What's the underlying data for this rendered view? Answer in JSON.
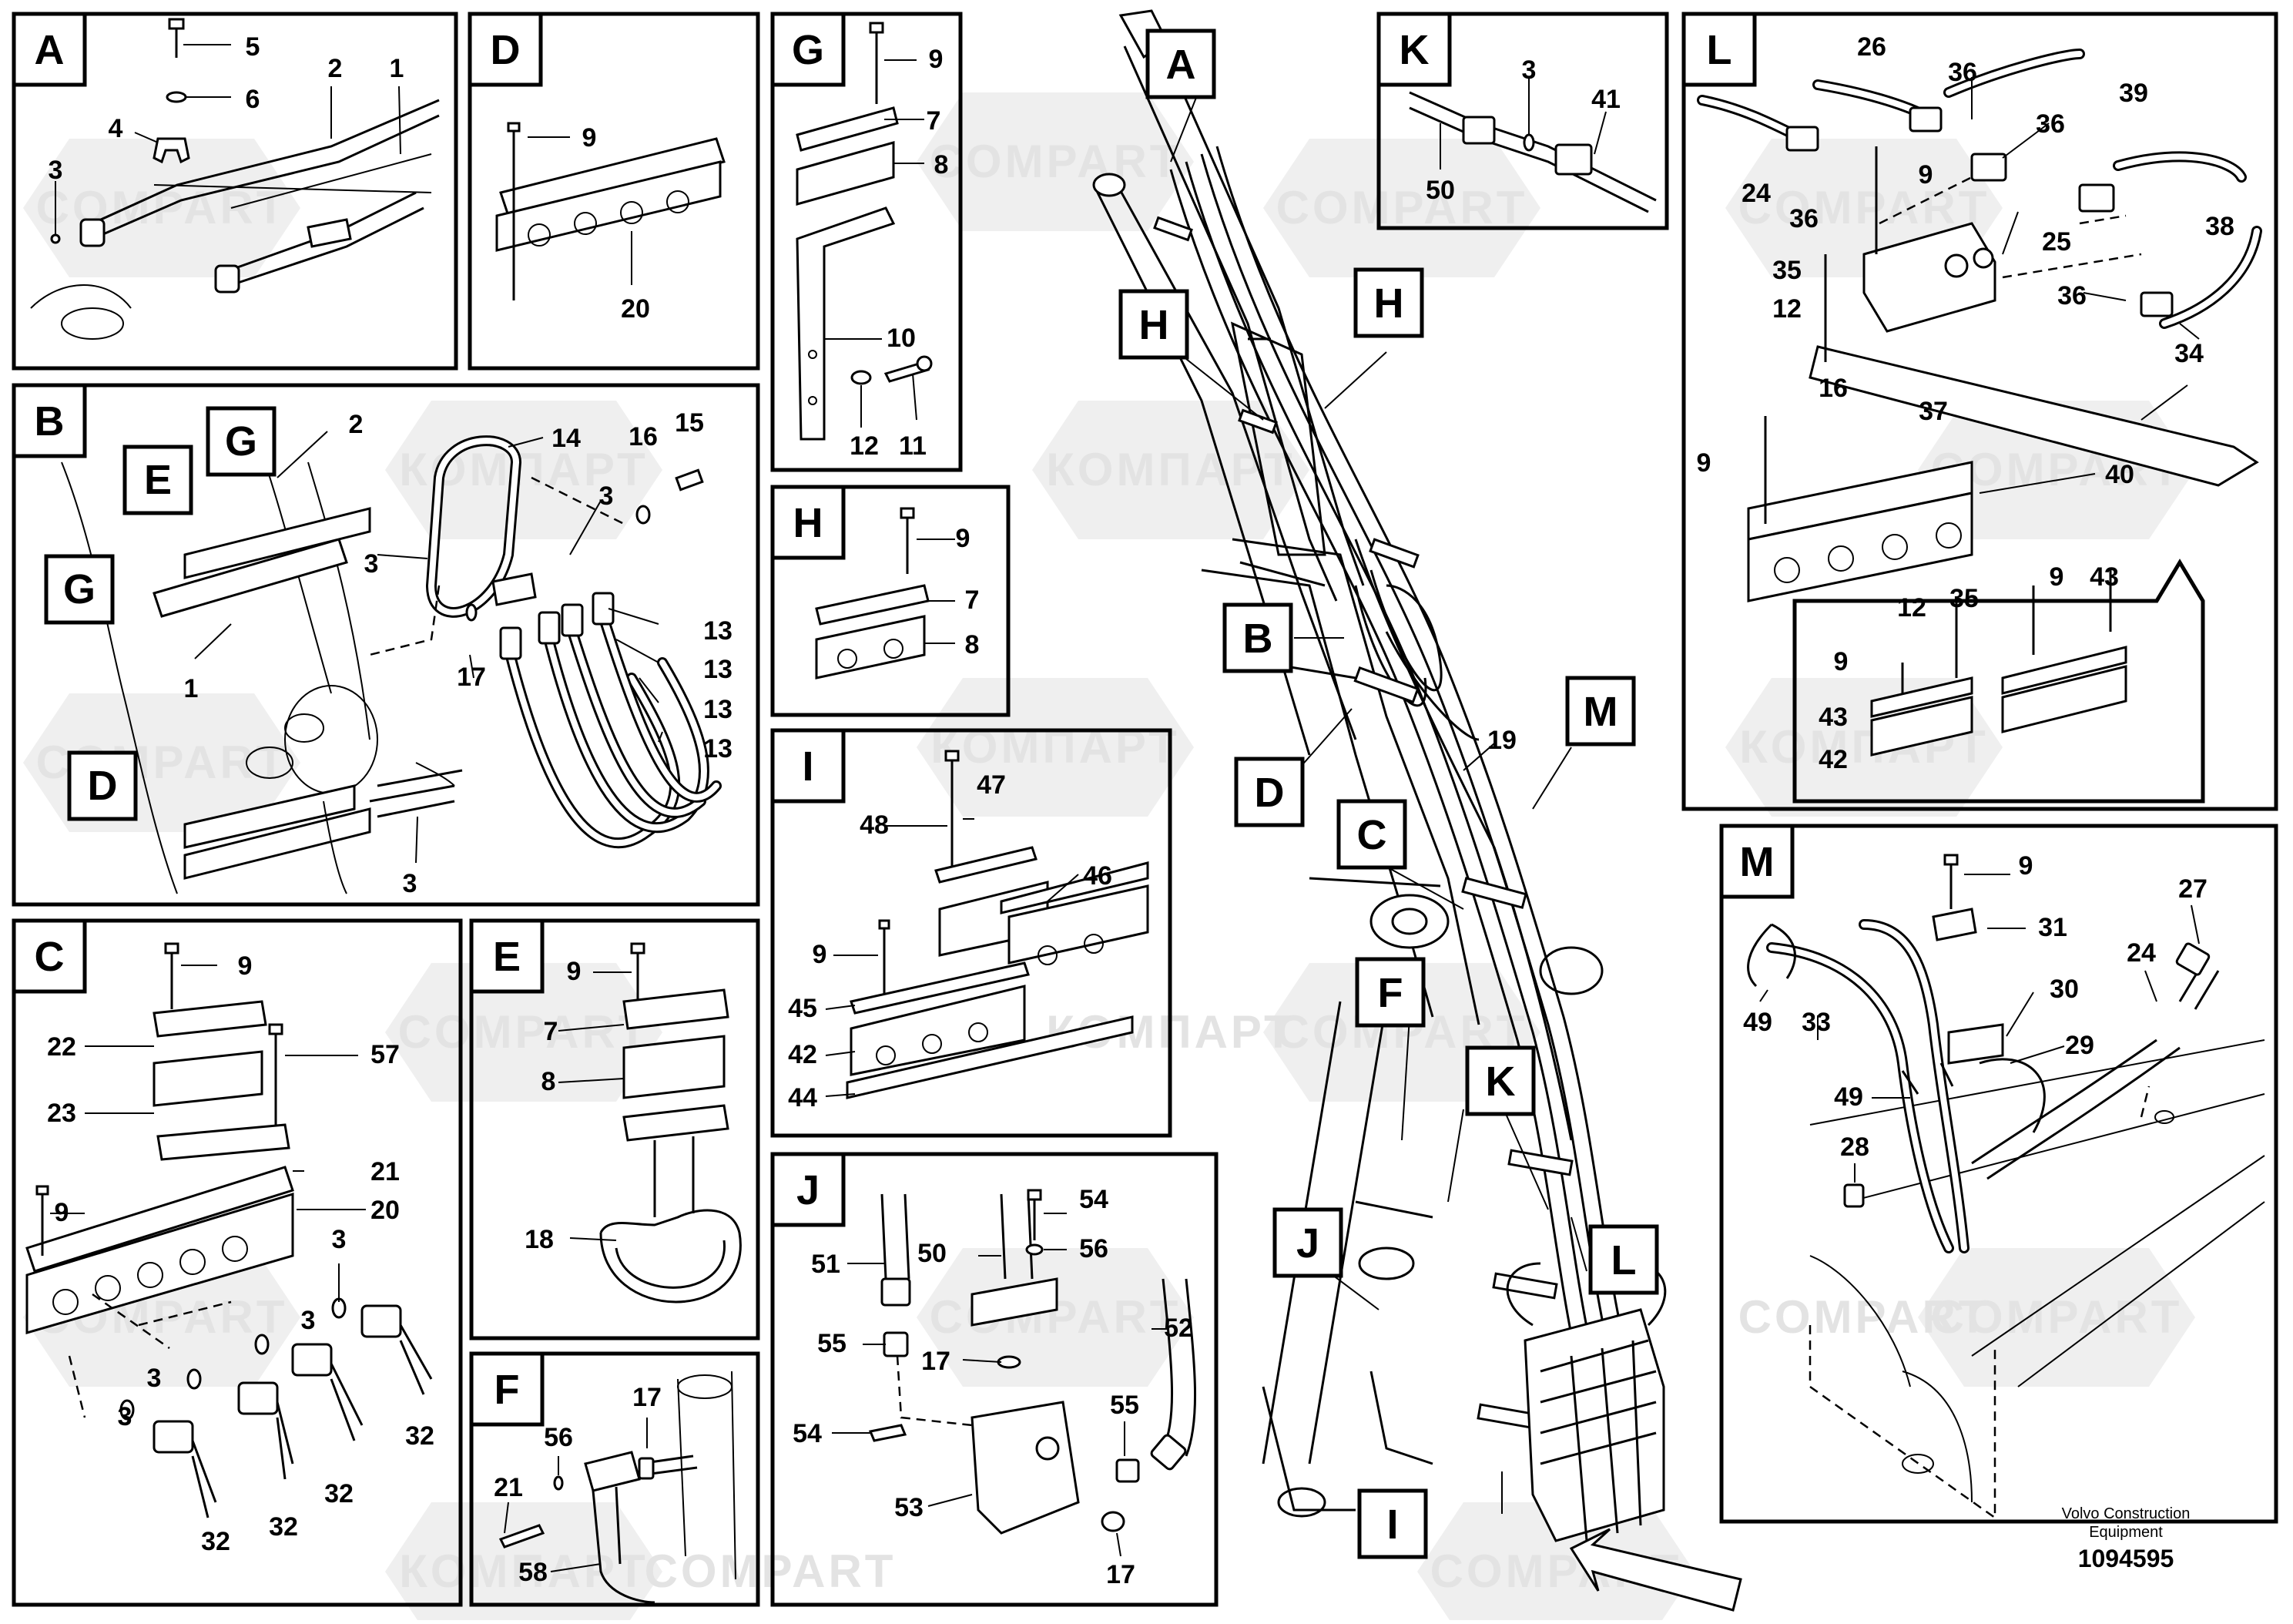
{
  "watermarks": [
    "COMPART",
    "КОМПАРТ"
  ],
  "panels": {
    "A": {
      "title": "A",
      "labels": [
        "5",
        "2",
        "1",
        "4",
        "6",
        "3"
      ]
    },
    "D": {
      "title": "D",
      "labels": [
        "9",
        "20"
      ]
    },
    "G": {
      "title": "G",
      "labels": [
        "9",
        "7",
        "8",
        "10",
        "12",
        "11"
      ]
    },
    "K": {
      "title": "K",
      "labels": [
        "3",
        "41",
        "50"
      ]
    },
    "L": {
      "title": "L",
      "labels": [
        "26",
        "36",
        "36",
        "39",
        "24",
        "36",
        "9",
        "25",
        "38",
        "35",
        "12",
        "36",
        "34",
        "16",
        "37",
        "9",
        "40",
        "12",
        "35",
        "9",
        "43",
        "9",
        "43",
        "42"
      ]
    },
    "B": {
      "title": "B",
      "labels": [
        "2",
        "14",
        "16",
        "15",
        "3",
        "3",
        "13",
        "13",
        "13",
        "13",
        "17",
        "1",
        "3"
      ],
      "refs": [
        "G",
        "E",
        "G",
        "D"
      ]
    },
    "H": {
      "title": "H",
      "labels": [
        "9",
        "7",
        "8"
      ]
    },
    "I": {
      "title": "I",
      "labels": [
        "47",
        "48",
        "46",
        "9",
        "45",
        "42",
        "44"
      ]
    },
    "C": {
      "title": "C",
      "labels": [
        "9",
        "22",
        "57",
        "23",
        "21",
        "9",
        "20",
        "3",
        "3",
        "3",
        "3",
        "32",
        "32",
        "32",
        "32"
      ]
    },
    "E": {
      "title": "E",
      "labels": [
        "9",
        "7",
        "8",
        "18"
      ]
    },
    "F": {
      "title": "F",
      "labels": [
        "17",
        "56",
        "21",
        "58"
      ]
    },
    "J": {
      "title": "J",
      "labels": [
        "54",
        "56",
        "51",
        "50",
        "52",
        "55",
        "17",
        "55",
        "54",
        "53",
        "17"
      ]
    },
    "M": {
      "title": "M",
      "labels": [
        "9",
        "27",
        "31",
        "24",
        "30",
        "29",
        "49",
        "33",
        "49",
        "28"
      ]
    }
  },
  "main": {
    "callouts": [
      "A",
      "H",
      "H",
      "B",
      "D",
      "M",
      "C",
      "F",
      "K",
      "J",
      "L",
      "I"
    ],
    "labels": [
      "19"
    ]
  },
  "footer": {
    "manufacturer": "Volvo Construction\nEquipment",
    "drawing_number": "1094595"
  }
}
